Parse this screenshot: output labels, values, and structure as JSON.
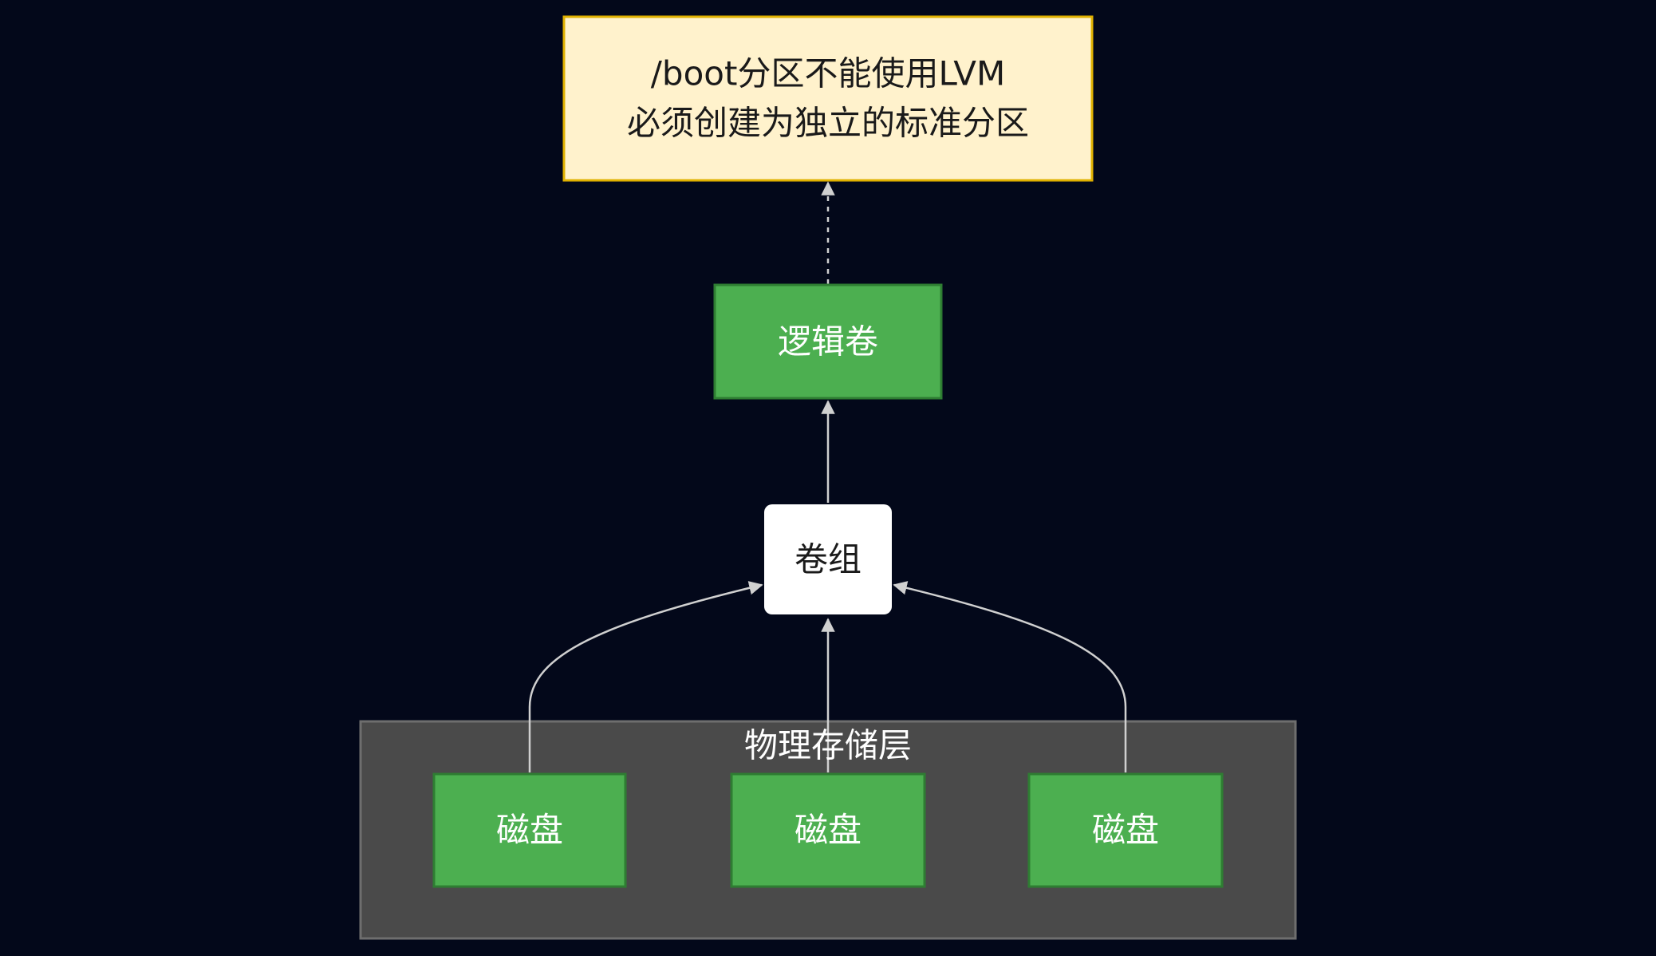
{
  "diagram": {
    "note": {
      "line1": "/boot分区不能使用LVM",
      "line2": "必须创建为独立的标准分区"
    },
    "logical_volume": {
      "label": "逻辑卷"
    },
    "volume_group": {
      "label": "卷组"
    },
    "physical_layer": {
      "title": "物理存储层",
      "disks": [
        "磁盘",
        "磁盘",
        "磁盘"
      ]
    }
  },
  "colors": {
    "background": "#03081a",
    "note_fill": "#fff2cc",
    "note_border": "#e0b100",
    "green_fill": "#4caf50",
    "green_border": "#2e7d32",
    "group_fill": "#4a4a4a",
    "group_border": "#6e6e6e",
    "edge": "#d0d0d0",
    "white": "#ffffff",
    "dark_text": "#1a1a1a"
  }
}
